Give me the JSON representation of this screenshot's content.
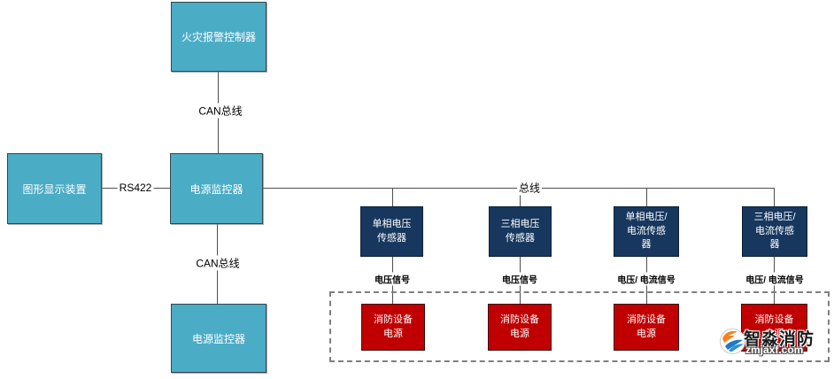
{
  "nodes": {
    "fire_alarm_controller": "火灾报警控制器",
    "graphic_display": "图形显示装置",
    "power_monitor_top": "电源监控器",
    "power_monitor_bottom": "电源监控器",
    "sensors": [
      {
        "label": "单相电压\n传感器"
      },
      {
        "label": "三相电压\n传感器"
      },
      {
        "label": "单相电压/\n电流传感\n器"
      },
      {
        "label": "三相电压/\n电流传感\n器"
      }
    ],
    "power_supplies": [
      {
        "label": "消防设备\n电源"
      },
      {
        "label": "消防设备\n电源"
      },
      {
        "label": "消防设备\n电源"
      },
      {
        "label": "消防设备\n电源"
      }
    ]
  },
  "edges": {
    "can_bus_top": "CAN总线",
    "rs422": "RS422",
    "can_bus_bottom": "CAN总线",
    "bus": "总线",
    "signals": [
      {
        "label": "电压信号"
      },
      {
        "label": "电压信号"
      },
      {
        "label": "电压/ 电流信号"
      },
      {
        "label": "电压/ 电流信号"
      }
    ]
  },
  "watermark": {
    "brand": "智淼消防",
    "domain": "zmjaxf.com"
  },
  "colors": {
    "node_teal": "#4BACC6",
    "node_navy": "#17375E",
    "node_red": "#C00000",
    "line": "#4D4D4D",
    "dashed_border": "#7F7F7F",
    "watermark_orange": "#F5821F",
    "watermark_blue": "#1E78C8"
  }
}
